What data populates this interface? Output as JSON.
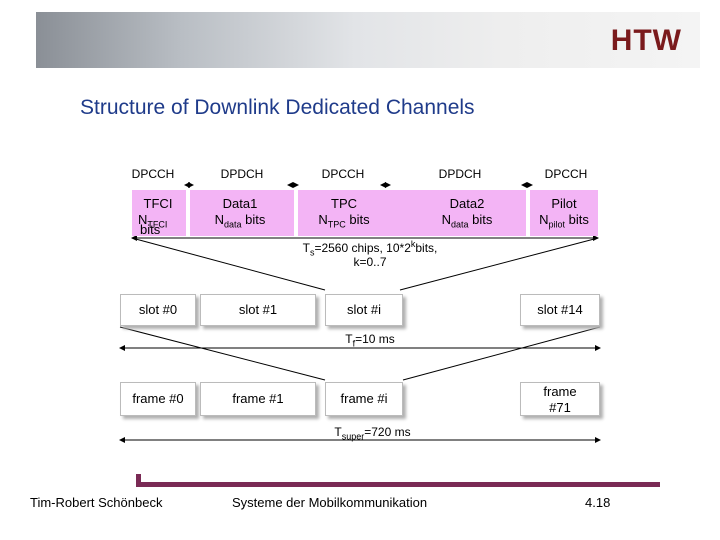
{
  "slide": {
    "title": "Structure of Downlink Dedicated Channels",
    "logo_text": "HTW",
    "footer_left": "Tim-Robert Schönbeck",
    "footer_center": "Systeme der Mobilkommunikation",
    "footer_right": "4.18"
  },
  "channel_labels": [
    "DPCCH",
    "DPDCH",
    "DPCCH",
    "DPDCH",
    "DPCCH"
  ],
  "fields": {
    "tfci": {
      "name": "TFCI",
      "n": "N",
      "sub": "TFCI",
      "tail": "bits"
    },
    "data1": {
      "name": "Data1",
      "n": "N",
      "sub": "data",
      "tail": " bits"
    },
    "tpc": {
      "name": "TPC",
      "n": "N",
      "sub": "TPC",
      "tail": " bits"
    },
    "data2": {
      "name": "Data2",
      "n": "N",
      "sub": "data",
      "tail": " bits"
    },
    "pilot": {
      "name": "Pilot",
      "n": "N",
      "sub": "pilot",
      "tail": " bits"
    }
  },
  "slot_timing": {
    "t": "T",
    "t_sub": "s",
    "rest": "=2560 chips, 10*2",
    "exp": "k",
    "rest2": "bits,",
    "line2": "k=0..7"
  },
  "slots": [
    "slot #0",
    "slot #1",
    "slot #i",
    "slot #14"
  ],
  "frame_timing": {
    "t": "T",
    "t_sub": "f",
    "rest": "=10 ms"
  },
  "frames": [
    "frame #0",
    "frame #1",
    "frame #i",
    "frame #71"
  ],
  "super_timing": {
    "t": "T",
    "t_sub": "super",
    "rest": "=720 ms"
  }
}
